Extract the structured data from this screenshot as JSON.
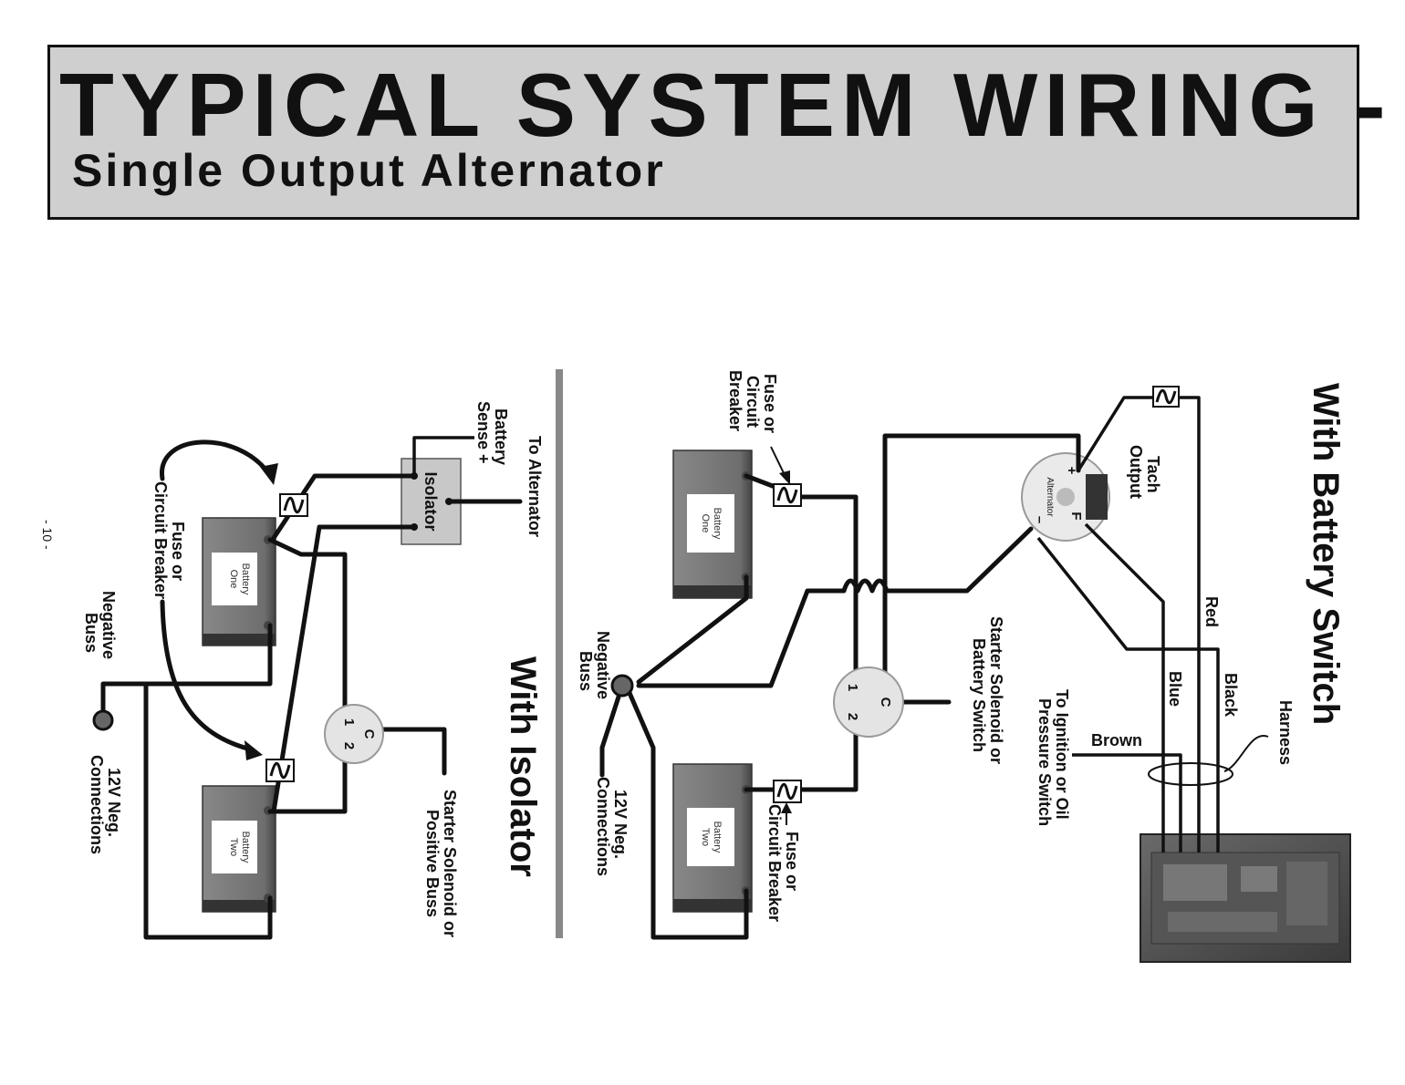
{
  "header": {
    "title": "TYPICAL SYSTEM WIRING -",
    "subtitle": "Single Output Alternator"
  },
  "page_number": "- 10 -",
  "isolator_diagram": {
    "heading": "With Isolator",
    "to_alternator": "To Alternator",
    "battery_sense_1": "Battery",
    "battery_sense_2": "Sense +",
    "isolator": "Isolator",
    "fuse_1": "Fuse or",
    "fuse_2": "Circuit Breaker",
    "neg_buss_1": "Negative",
    "neg_buss_2": "Buss",
    "neg_conn_1": "12V Neg.",
    "neg_conn_2": "Connections",
    "battery_one_1": "Battery",
    "battery_one_2": "One",
    "battery_two_1": "Battery",
    "battery_two_2": "Two",
    "switch_c": "C",
    "switch_1": "1",
    "switch_2": "2",
    "starter_1": "Starter Solenoid or",
    "starter_2": "Positive Buss"
  },
  "switch_diagram": {
    "heading": "With Battery Switch",
    "fuse_top_1": "Fuse or",
    "fuse_top_2": "Circuit",
    "fuse_top_3": "Breaker",
    "fuse_bottom_1": "Fuse or",
    "fuse_bottom_2": "Circuit Breaker",
    "neg_buss_1": "Negative",
    "neg_buss_2": "Buss",
    "neg_conn_1": "12V Neg.",
    "neg_conn_2": "Connections",
    "battery_one_1": "Battery",
    "battery_one_2": "One",
    "battery_two_1": "Battery",
    "battery_two_2": "Two",
    "switch_c": "C",
    "switch_1": "1",
    "switch_2": "2",
    "starter_1": "Starter Solenoid or",
    "starter_2": "Battery Switch",
    "tach_1": "Tach",
    "tach_2": "Output",
    "alternator": "Alternator",
    "alt_plus": "+",
    "alt_f": "F",
    "alt_minus": "–",
    "ignition_1": "To Ignition or Oil",
    "ignition_2": "Pressure Switch",
    "wire_red": "Red",
    "wire_black": "Black",
    "wire_blue": "Blue",
    "wire_brown": "Brown",
    "harness": "Harness"
  }
}
